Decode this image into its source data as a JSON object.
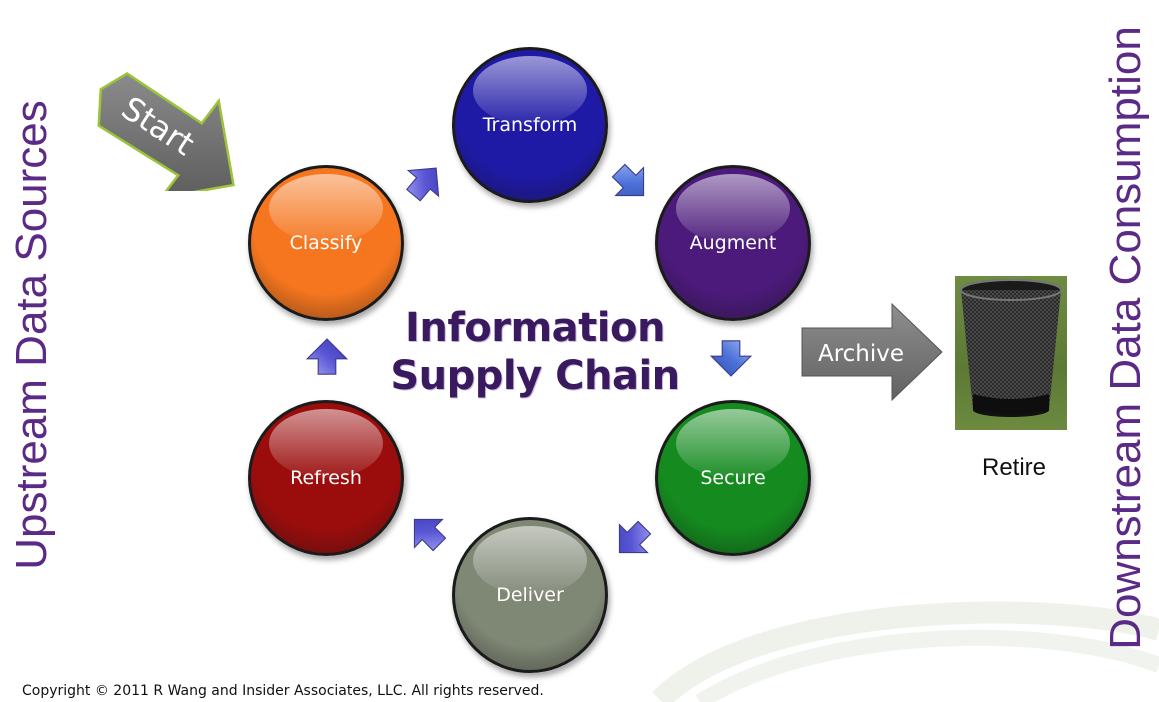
{
  "diagram": {
    "left_label": "Upstream Data Sources",
    "right_label": "Downstream Data Consumption",
    "title_line1": "Information",
    "title_line2": "Supply Chain",
    "start_label": "Start",
    "archive_label": "Archive",
    "retire_label": "Retire",
    "copyright": "Copyright © 2011 R Wang and Insider Associates, LLC. All rights reserved.",
    "stages": [
      {
        "label": "Transform",
        "color": "#1f1aa6"
      },
      {
        "label": "Augment",
        "color": "#4b1a7a"
      },
      {
        "label": "Secure",
        "color": "#148a1f"
      },
      {
        "label": "Deliver",
        "color": "#7f8775"
      },
      {
        "label": "Refresh",
        "color": "#9b0d0d"
      },
      {
        "label": "Classify",
        "color": "#f5761f"
      }
    ],
    "colors": {
      "side_text": "#5b2a86",
      "title_text": "#3a1a5e",
      "cycle_arrow": "#5a57d6",
      "start_arrow": "#7b7b7b",
      "start_arrow_outline": "#9bc43a",
      "archive_arrow": "#7a7a7a"
    },
    "icons": [
      "start-arrow-icon",
      "archive-arrow-icon",
      "trash-can-icon",
      "cycle-arrow-icon"
    ]
  }
}
